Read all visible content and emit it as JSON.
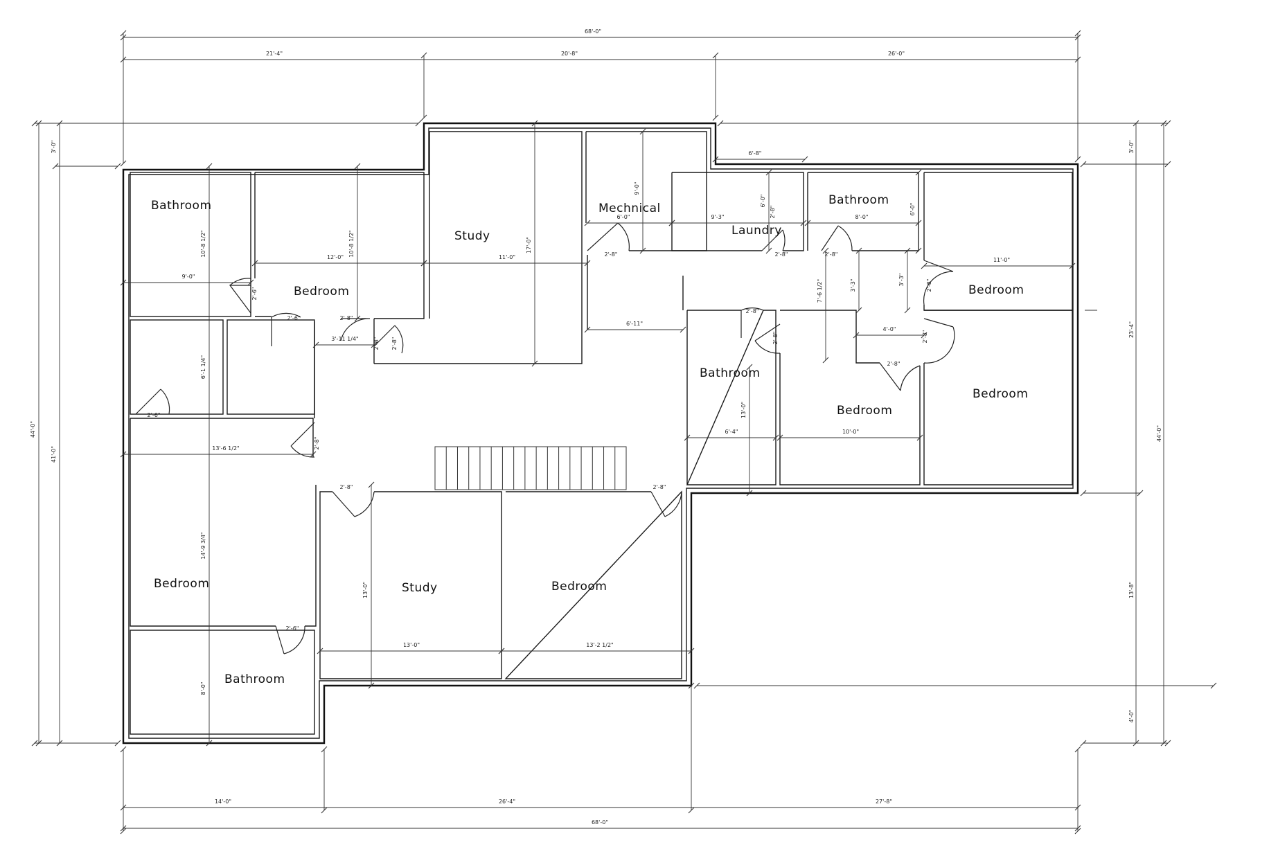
{
  "rooms": [
    {
      "name": "bathroom-nw",
      "label": "Bathroom"
    },
    {
      "name": "bedroom-n1",
      "label": "Bedroom"
    },
    {
      "name": "study-n",
      "label": "Study"
    },
    {
      "name": "mechanical",
      "label": "Mechnical"
    },
    {
      "name": "laundry",
      "label": "Laundry"
    },
    {
      "name": "bathroom-ne",
      "label": "Bathroom"
    },
    {
      "name": "bedroom-ne",
      "label": "Bedroom"
    },
    {
      "name": "bathroom-e",
      "label": "Bathroom"
    },
    {
      "name": "bedroom-e1",
      "label": "Bedroom"
    },
    {
      "name": "bedroom-e2",
      "label": "Bedroom"
    },
    {
      "name": "bedroom-w",
      "label": "Bedroom"
    },
    {
      "name": "study-s",
      "label": "Study"
    },
    {
      "name": "bedroom-s",
      "label": "Bedroom"
    },
    {
      "name": "bathroom-sw",
      "label": "Bathroom"
    }
  ],
  "dims": {
    "top_overall": "68'-0\"",
    "top_seg1": "21'-4\"",
    "top_seg2": "20'-8\"",
    "top_seg3": "26'-0\"",
    "bottom_overall": "68'-0\"",
    "bottom_seg1": "14'-0\"",
    "bottom_seg2": "26'-4\"",
    "bottom_seg3": "27'-8\"",
    "left_outer": "44'-0\"",
    "left_inner": "41'-0\"",
    "left_top": "3'-0\"",
    "right_top": "3'-0\"",
    "right_mid": "23'-4\"",
    "right_lower": "13'-8\"",
    "right_bottom": "4'-0\"",
    "right_outer": "44'-0\"",
    "d_6_8": "6'-8\"",
    "d_9_0_mech": "9'-0\"",
    "d_6_0_mech": "6'-0\"",
    "d_9_3": "9'-3\"",
    "d_6_0_laundry": "6'-0\"",
    "d_8_0": "8'-0\"",
    "d_6_0_bath": "6'-0\"",
    "d_11_0_ne": "11'-0\"",
    "d_10_8_half_a": "10'-8 1/2\"",
    "d_10_8_half_b": "10'-8 1/2\"",
    "d_12_0": "12'-0\"",
    "d_11_0_study": "11'-0\"",
    "d_17_0": "17'-0\"",
    "d_9_0_bath": "9'-0\"",
    "d_6_11": "6'-11\"",
    "d_3_11": "3'-11 1/4\"",
    "d_6_1": "6'-1 1/4\"",
    "d_13_6": "13'-6 1/2\"",
    "d_14_9": "14'-9 3/4\"",
    "d_8_0_bath": "8'-0\"",
    "d_13_0_v": "13'-0\"",
    "d_13_0_h": "13'-0\"",
    "d_13_2": "13'-2 1/2\"",
    "d_13_0_e": "13'-0\"",
    "d_6_4": "6'-4\"",
    "d_10_0": "10'-0\"",
    "d_7_6": "7'-6 1/2\"",
    "d_3_3a": "3'-3\"",
    "d_3_3b": "3'-3\"",
    "d_4_0": "4'-0\"",
    "door_2_6_a": "2'-6\"",
    "door_2_6_b": "2'-6\"",
    "door_2_6_c": "2'-6\"",
    "door_2_6_d": "2'-6\"",
    "door_2_8_a": "2'-8\"",
    "door_2_8_b": "2'-8\"",
    "door_2_8_c": "2'-8\"",
    "door_2_8_d": "2'-8\"",
    "door_2_8_e": "2'-8\"",
    "door_2_8_f": "2'-8\"",
    "door_2_8_g": "2'-8\"",
    "door_2_8_h": "2'-8\"",
    "door_2_8_i": "2'-8\"",
    "door_2_8_j": "2'-8\"",
    "door_2_8_k": "2'-8\"",
    "door_2_8_l": "2'-8\"",
    "door_2_8_m": "2'-8\"",
    "door_2_8_n": "2'-8\"",
    "door_2_8_o": "2'-8\""
  }
}
